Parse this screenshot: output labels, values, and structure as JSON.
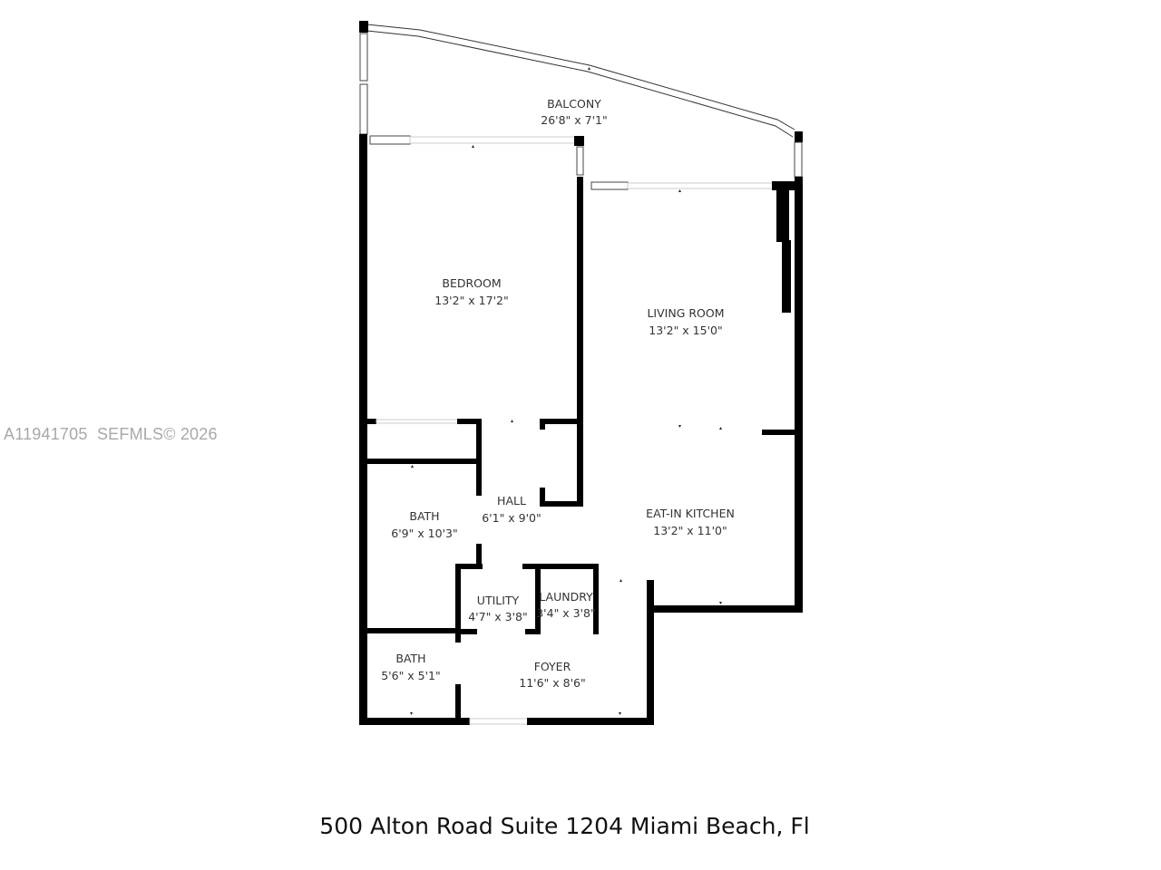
{
  "watermark": "A11941705  SEFMLS© 2026",
  "caption": "500 Alton Road Suite 1204 Miami Beach, Fl",
  "rooms": {
    "balcony": {
      "name": "BALCONY",
      "dims": "26'8\" x 7'1\""
    },
    "bedroom": {
      "name": "BEDROOM",
      "dims": "13'2\" x 17'2\""
    },
    "living_room": {
      "name": "LIVING ROOM",
      "dims": "13'2\" x 15'0\""
    },
    "hall": {
      "name": "HALL",
      "dims": "6'1\" x 9'0\""
    },
    "bath_main": {
      "name": "BATH",
      "dims": "6'9\" x 10'3\""
    },
    "eat_in_kitchen": {
      "name": "EAT-IN KITCHEN",
      "dims": "13'2\" x 11'0\""
    },
    "utility": {
      "name": "UTILITY",
      "dims": "4'7\" x 3'8\""
    },
    "laundry": {
      "name": "LAUNDRY",
      "dims": "3'4\" x 3'8\""
    },
    "bath_small": {
      "name": "BATH",
      "dims": "5'6\" x 5'1\""
    },
    "foyer": {
      "name": "FOYER",
      "dims": "11'6\" x 8'6\""
    }
  },
  "colors": {
    "wall": "#000000",
    "text": "#333333",
    "watermark": "#a8a8a8"
  }
}
